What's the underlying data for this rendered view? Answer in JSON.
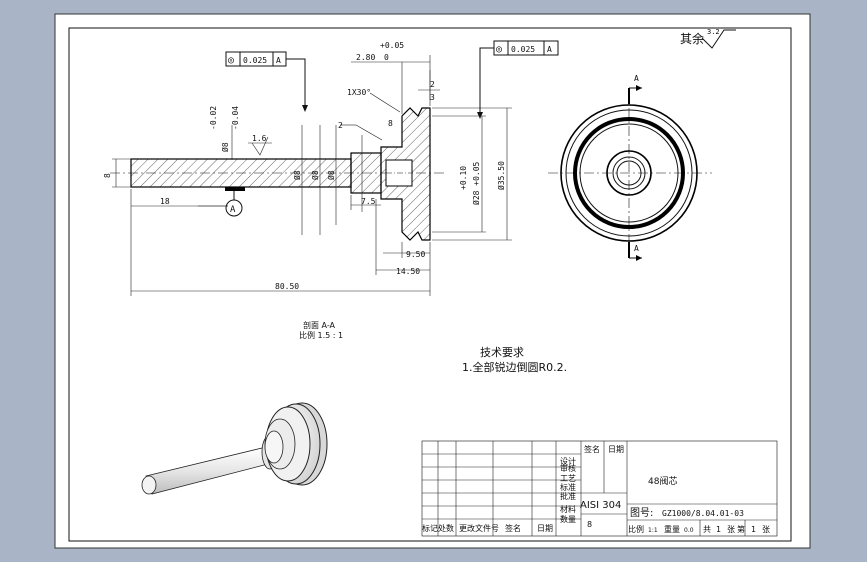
{
  "sheet": {
    "roughness_note": "其余",
    "roughness_symbol_value": "3.2",
    "tech_title": "技术要求",
    "tech_item": "1.全部锐边倒圆R0.2."
  },
  "section_view": {
    "label_line1": "剖面 A-A",
    "label_line2": "比例 1.5 : 1",
    "tolerance_frame_left": {
      "symbol": "◎",
      "value": "0.025",
      "datum": "A"
    },
    "tolerance_frame_right": {
      "symbol": "◎",
      "value": "0.025",
      "datum": "A"
    },
    "datum_label": "A",
    "dims": {
      "d_phi8_tol_top": "-0.02",
      "d_phi8_tol_bot": "-0.04",
      "d_phi8": "Ø8",
      "d_shaft_phi": "Ø8",
      "d_shaft_dia": "Ø8",
      "d_left_phi": "Ø8",
      "d_len_18": "18",
      "d_len_80": "80.50",
      "d_len_7_5": "7.5",
      "d_len_9_50": "9.50",
      "d_len_14_50": "14.50",
      "d_len_3": "3",
      "d_len_2": "2",
      "d_len_8": "8",
      "d_top_tol": "+0.05",
      "d_top_len": "2.80",
      "d_top_zero": "0",
      "d_chamfer": "1X30°",
      "d_r2": "2",
      "d_phi28_tol": "+0.10",
      "d_phi28": "Ø28 +0.05",
      "d_phi35": "Ø35.50",
      "d_surface_16": "1.6",
      "d_surface_left_dim": "8"
    }
  },
  "front_view": {
    "section_arrow_top": "A",
    "section_arrow_bottom": "A"
  },
  "title_block": {
    "header_sign": "签名",
    "header_date": "日期",
    "role_design": "设计",
    "role_check": "审核",
    "role_process": "工艺",
    "role_approve": "批准",
    "role_standard": "标准",
    "material_label": "材料",
    "material": "AISI 304",
    "quantity_label": "数量",
    "quantity": "8",
    "part_name": "48阀芯",
    "drawing_no_label": "图号:",
    "drawing_no": "GZ1000/8.04.01-03",
    "scale_label": "比例",
    "scale_val": "1:1",
    "weight_label": "重量",
    "weight_val": "0.0",
    "total_label": "共",
    "total_val": "1",
    "sheet_unit": "张",
    "page_label": "第",
    "page_val": "1",
    "page_unit": "张",
    "footer_mark": "标记",
    "footer_count": "处数",
    "footer_change": "更改文件号",
    "footer_sign": "签名",
    "footer_date": "日期"
  }
}
